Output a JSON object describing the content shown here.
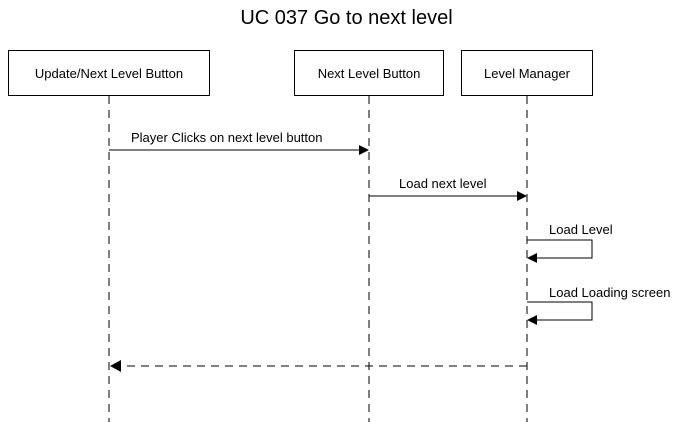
{
  "diagram": {
    "title": "UC 037 Go to next level",
    "actors": [
      {
        "label": "Update/Next Level Button"
      },
      {
        "label": "Next Level Button"
      },
      {
        "label": "Level Manager"
      }
    ],
    "messages": [
      {
        "label": "Player Clicks on next level button",
        "from": "Update/Next Level Button",
        "to": "Next Level Button",
        "style": "solid"
      },
      {
        "label": "Load next level",
        "from": "Next Level Button",
        "to": "Level Manager",
        "style": "solid"
      },
      {
        "label": "Load Level",
        "from": "Level Manager",
        "to": "Level Manager",
        "style": "solid"
      },
      {
        "label": "Load Loading screen",
        "from": "Level Manager",
        "to": "Level Manager",
        "style": "solid"
      },
      {
        "label": "",
        "from": "Level Manager",
        "to": "Update/Next Level Button",
        "style": "dashed"
      }
    ]
  },
  "colors": {
    "line": "#000000",
    "background": "#ffffff"
  }
}
